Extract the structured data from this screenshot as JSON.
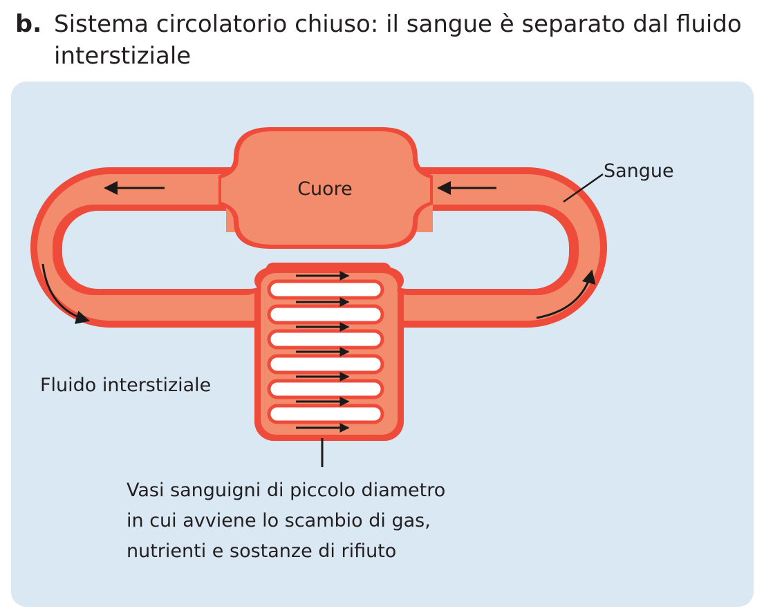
{
  "figure": {
    "letter": "b.",
    "title": "Sistema circolatorio chiuso: il sangue è separato dal fluido interstiziale"
  },
  "labels": {
    "heart": "Cuore",
    "blood": "Sangue",
    "interstitial_fluid": "Fluido interstiziale",
    "small_vessels": [
      "Vasi sanguigni di piccolo diametro",
      "in cui avviene lo scambio di gas,",
      "nutrienti e sostanze di rifiuto"
    ]
  },
  "colors": {
    "panel_background": "#d9e8f3",
    "vessel_wall": "#ee4b3b",
    "blood_fill": "#f28c6c",
    "interstitial_fluid": "#ffffff",
    "arrows": "#1a1a1a",
    "text": "#231f20"
  },
  "arrow_directions": {
    "top_vessel": "right-to-left",
    "left_loop": "downward",
    "right_loop": "upward",
    "capillaries": "left-to-right"
  }
}
